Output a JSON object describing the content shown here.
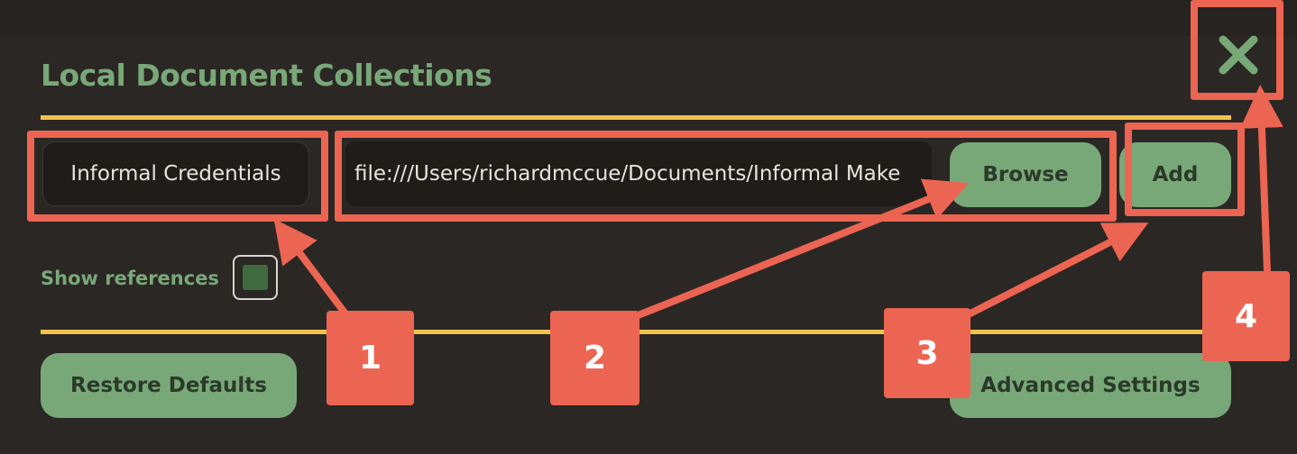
{
  "dialog": {
    "title": "Local Document Collections",
    "collection_name_value": "Informal Credentials",
    "path_value": "file:///Users/richardmccue/Documents/Informal Make",
    "browse_label": "Browse",
    "add_label": "Add",
    "show_references_label": "Show references",
    "show_references_checked": true,
    "restore_defaults_label": "Restore Defaults",
    "advanced_settings_label": "Advanced Settings",
    "close_icon": "close-icon"
  },
  "annotations": {
    "badges": [
      "1",
      "2",
      "3",
      "4"
    ],
    "color": "#ec6552"
  },
  "colors": {
    "accent_green": "#79a878",
    "rule_yellow": "#f1c24d",
    "background": "#2b2724"
  }
}
